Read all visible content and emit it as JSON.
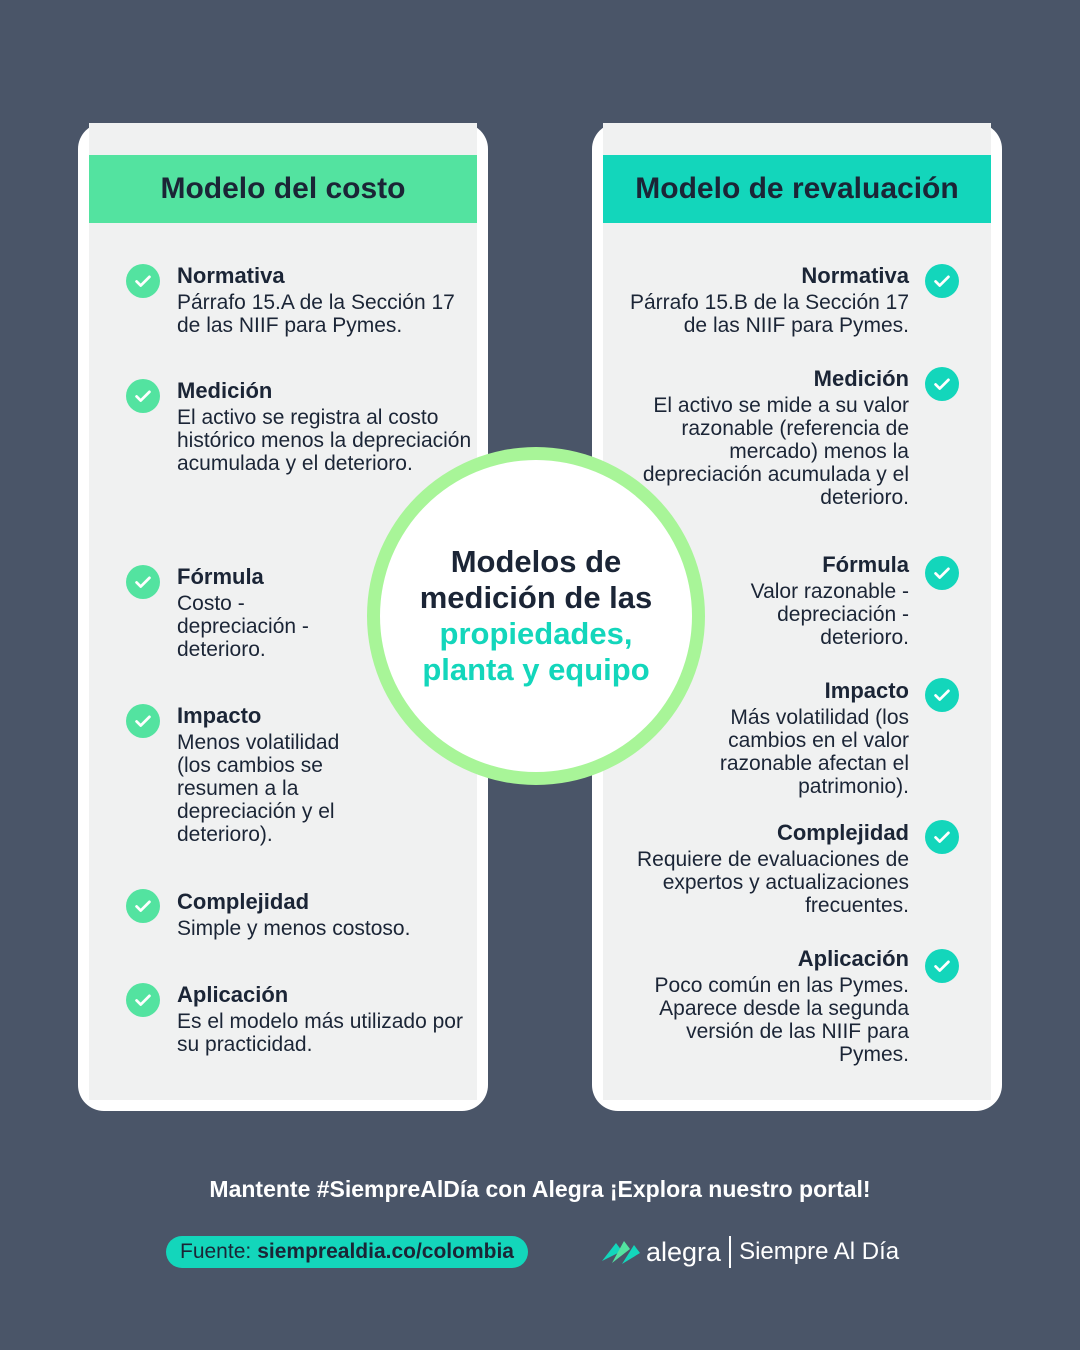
{
  "cost_model": {
    "title": "Modelo del costo",
    "items": [
      {
        "title": "Normativa",
        "text": "Párrafo 15.A de la Sección 17 de las NIIF para Pymes."
      },
      {
        "title": "Medición",
        "text": "El activo se registra al costo histórico menos la depreciación acumulada y el deterioro."
      },
      {
        "title": "Fórmula",
        "text": "Costo - depreciación - deterioro."
      },
      {
        "title": "Impacto",
        "text": "Menos volatilidad (los cambios se resumen a la depreciación y el deterioro)."
      },
      {
        "title": "Complejidad",
        "text": "Simple y menos costoso."
      },
      {
        "title": "Aplicación",
        "text": "Es el modelo más utilizado por su practicidad."
      }
    ]
  },
  "revaluation_model": {
    "title": "Modelo de revaluación",
    "items": [
      {
        "title": "Normativa",
        "text": "Párrafo 15.B de la Sección 17 de las NIIF para Pymes."
      },
      {
        "title": "Medición",
        "text": "El activo se mide a su valor razonable (referencia de mercado) menos la depreciación acumulada y el deterioro."
      },
      {
        "title": "Fórmula",
        "text": "Valor razonable - depreciación - deterioro."
      },
      {
        "title": "Impacto",
        "text": "Más volatilidad (los cambios en el valor razonable afectan el patrimonio)."
      },
      {
        "title": "Complejidad",
        "text": "Requiere de evaluaciones de expertos y actualizaciones frecuentes."
      },
      {
        "title": "Aplicación",
        "text": "Poco común en las Pymes. Aparece desde la segunda versión de las NIIF para Pymes."
      }
    ]
  },
  "center": {
    "line1": "Modelos de",
    "line2": "medición de las",
    "line3": "propiedades,",
    "line4": "planta y equipo"
  },
  "footer": {
    "cta": "Mantente #SiempreAlDía con Alegra ¡Explora nuestro portal!",
    "source_label": "Fuente:",
    "source_url": "siemprealdia.co/colombia",
    "brand_name": "alegra",
    "brand_tagline": "Siempre Al Día"
  },
  "icons": {
    "check": "check-circle-icon",
    "logo": "alegra-logo-icon"
  },
  "colors": {
    "background": "#4a5568",
    "cost_accent": "#53e3a0",
    "revaluation_accent": "#13d6bb",
    "circle_ring": "#a8f598",
    "text_dark": "#1b2536"
  }
}
